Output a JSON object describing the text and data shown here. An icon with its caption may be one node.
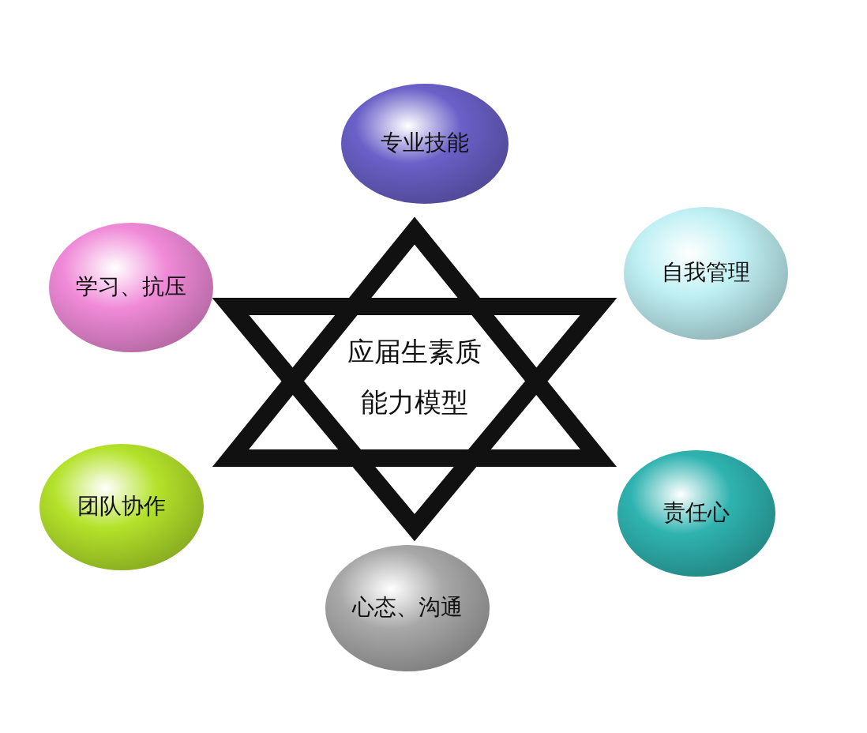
{
  "diagram": {
    "nodes": [
      {
        "text": [
          "专业技能"
        ]
      },
      {
        "text": [
          "学习、抗压"
        ]
      },
      {
        "text": [
          "自我管理"
        ]
      },
      {
        "text": [
          "应届生素质能力模型"
        ]
      },
      {
        "text": [
          "团队协作"
        ]
      },
      {
        "text": [
          "责任心"
        ]
      },
      {
        "text": [
          "心态、沟通"
        ]
      }
    ]
  }
}
